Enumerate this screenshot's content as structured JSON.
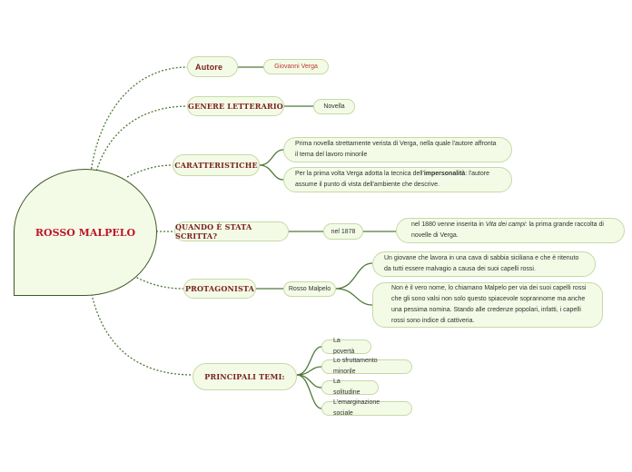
{
  "central": "ROSSO MALPELO",
  "autore": {
    "label": "Autore",
    "value": "Giovanni Verga"
  },
  "genere": {
    "label": "GENERE LETTERARIO",
    "value": "Novella"
  },
  "caratteristiche": {
    "label": "CARATTERISTICHE",
    "item1": "Prima novella strettamente verista di Verga, nella quale l'autore affronta il tema del lavoro minorile",
    "item2_pre": "Per la prima volta Verga adotta la tecnica dell'",
    "item2_bold": "impersonalità",
    "item2_post": ": l'autore assume il punto di vista dell'ambiente che descrive."
  },
  "quando": {
    "label": "QUANDO È STATA SCRITTA?",
    "value": "nel 1878",
    "detail_pre": "nel 1880 venne inserita in ",
    "detail_italic": "Vita dei campi",
    "detail_post": ": la prima grande raccolta di novelle di Verga."
  },
  "protagonista": {
    "label": "PROTAGONISTA",
    "value": "Rosso Malpelo",
    "detail1": "Un giovane che lavora in una cava di sabbia siciliana e che è ritenuto da tutti essere malvagio a causa dei suoi capelli rossi.",
    "detail2": "Non è il vero nome, lo chiamano Malpelo per via dei suoi capelli rossi che gli sono valsi non solo questo spiacevole soprannome ma anche una pessima nomina. Stando alle credenze popolari, infatti, i capelli rossi sono indice di cattiveria."
  },
  "temi": {
    "label": "PRINCIPALI TEMI:",
    "items": [
      "La povertà",
      "Lo sfruttamento minorile",
      "La solitudine",
      "L'emarginazione sociale"
    ]
  },
  "colors": {
    "line": "#4e7a36",
    "node_fill": "#f3fbe6",
    "node_border": "#c6d9a8",
    "title": "#c0142a",
    "branch_text": "#7a2020"
  }
}
